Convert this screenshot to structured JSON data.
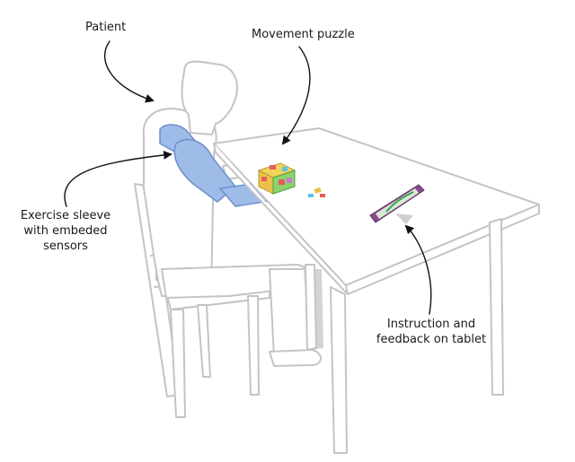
{
  "labels": {
    "patient": "Patient",
    "movement_puzzle": "Movement puzzle",
    "exercise_sleeve": [
      "Exercise sleeve",
      "with embeded",
      "sensors"
    ],
    "tablet": [
      "Instruction and",
      "feedback on tablet"
    ]
  },
  "colors": {
    "sleeve": "#9fbbe8",
    "outline": "#c4c4c4",
    "tablet_frame": "#8a4a8c",
    "tablet_screen": "#d7e9d3",
    "puzzle_cube": [
      "#f2d45c",
      "#e85c5c",
      "#5cc4e8",
      "#8ad46a",
      "#c47ad4"
    ]
  },
  "icons": {
    "arrow": "arrowhead",
    "puzzle": "puzzle-cube-icon",
    "tablet": "tablet-icon"
  }
}
